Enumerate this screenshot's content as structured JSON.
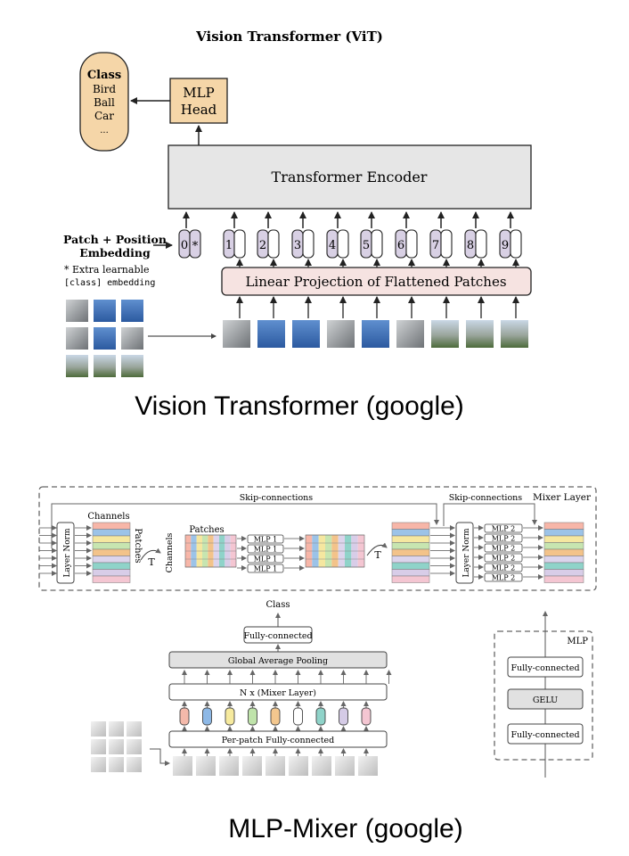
{
  "vit": {
    "title": "Vision Transformer (ViT)",
    "class_box": {
      "title": "Class",
      "items": [
        "Bird",
        "Ball",
        "Car",
        "..."
      ]
    },
    "mlp_head": {
      "line1": "MLP",
      "line2": "Head"
    },
    "encoder_label": "Transformer Encoder",
    "embedding_label": {
      "line1": "Patch + Position",
      "line2": "Embedding"
    },
    "extra_note": {
      "line1": "* Extra learnable",
      "line2": "[class] embedding"
    },
    "token_numbers": [
      "0",
      "1",
      "2",
      "3",
      "4",
      "5",
      "6",
      "7",
      "8",
      "9"
    ],
    "class_token_star": "*",
    "linear_projection_label": "Linear Projection of Flattened Patches",
    "colors": {
      "encoder_fill": "#e6e6e6",
      "projection_fill": "#f6e3e1",
      "head_fill": "#f5d6a8",
      "token_fill": "#d8d0e4"
    }
  },
  "vit_caption": "Vision Transformer (google)",
  "mixer": {
    "mixer_layer_label": "Mixer Layer",
    "skip_connections_left": "Skip-connections",
    "skip_connections_right": "Skip-connections",
    "channels_label": "Channels",
    "patches_label": "Patches",
    "patches_top_label": "Patches",
    "channels_side_label": "Channels",
    "layer_norm_label": "Layer Norm",
    "transpose_label": "T",
    "mlp1_labels": [
      "MLP 1",
      "MLP 1",
      "MLP 1",
      "MLP 1"
    ],
    "mlp2_labels": [
      "MLP 2",
      "MLP 2",
      "MLP 2",
      "MLP 2",
      "MLP 2",
      "MLP 2"
    ],
    "class_label": "Class",
    "fully_connected_top": "Fully-connected",
    "global_pooling": "Global Average Pooling",
    "n_mixer": "N x (Mixer Layer)",
    "per_patch": "Per-patch Fully-connected",
    "mlp_box_label": "MLP",
    "mlp_fc1": "Fully-connected",
    "mlp_gelu": "GELU",
    "mlp_fc2": "Fully-connected",
    "stripe_colors": [
      "#f7b6a8",
      "#9cc3e8",
      "#f5e7a0",
      "#c7e5b0",
      "#f3c38a",
      "#dcd4ec",
      "#8fd3c9",
      "#d8cde8",
      "#f4c6d2"
    ],
    "token_colors": [
      "#f4b9aa",
      "#8db8e6",
      "#f6ea9e",
      "#bfe3aa",
      "#f3c78e",
      "#ffffff",
      "#8fd3c9",
      "#d5cbe6",
      "#f4c6d2"
    ]
  },
  "mixer_caption": "MLP-Mixer (google)"
}
